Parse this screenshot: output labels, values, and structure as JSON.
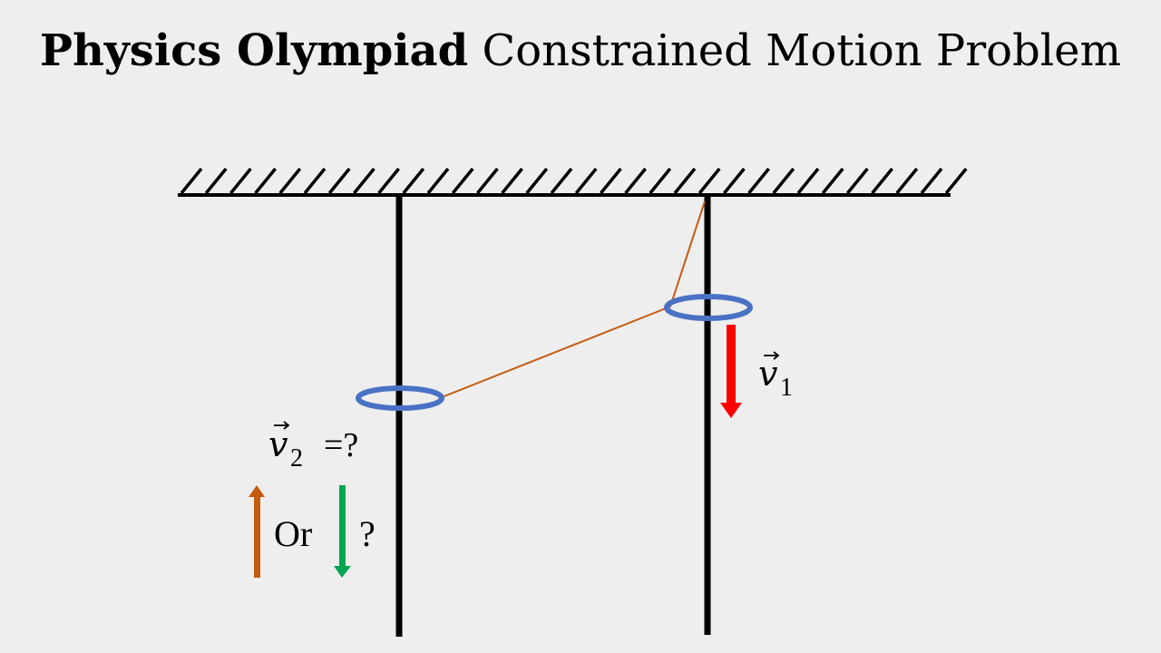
{
  "title": {
    "bold_part": "Physics Olympiad",
    "normal_part": "Constrained Motion Problem"
  },
  "labels": {
    "v1_symbol": "v",
    "v1_subscript": "1",
    "v2_symbol": "v",
    "v2_subscript": "2",
    "v2_query": "=?",
    "or_text": "Or",
    "question_mark": "?"
  },
  "colors": {
    "background": "#eeeeee",
    "ring": "#4a72c4",
    "string": "#c55a11",
    "v1_arrow": "#ff0000",
    "up_arrow": "#c55a11",
    "down_arrow": "#00a651",
    "rods": "#000000"
  }
}
